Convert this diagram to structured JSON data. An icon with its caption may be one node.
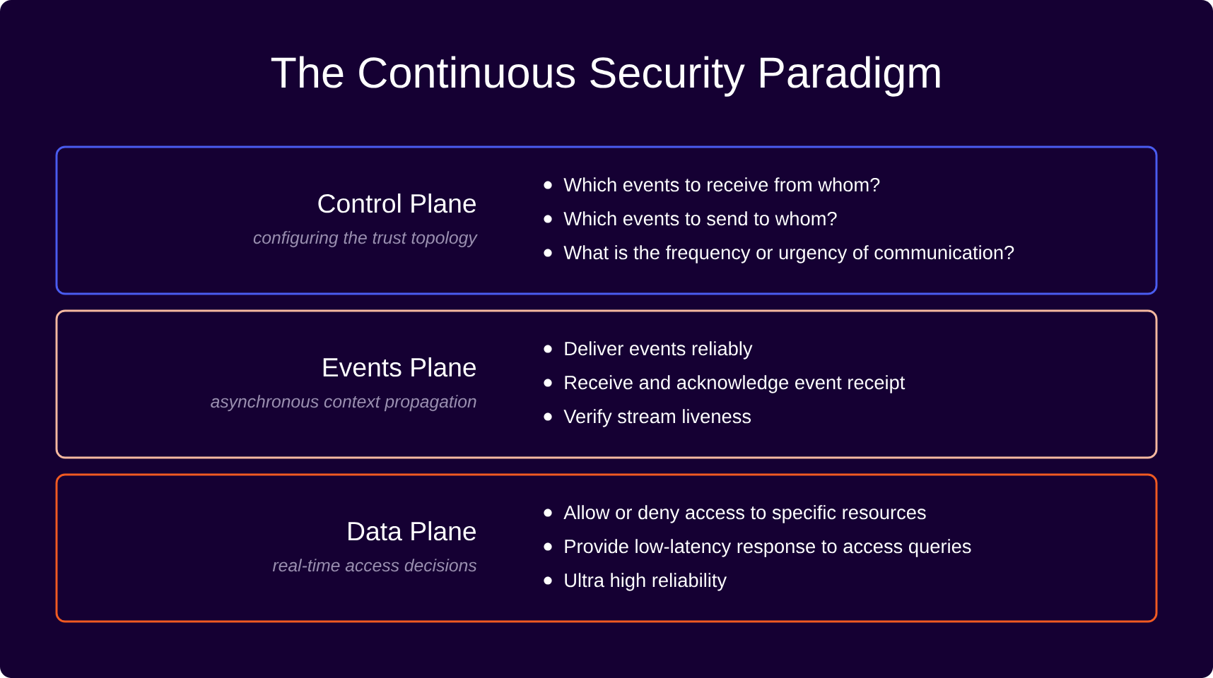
{
  "diagram": {
    "title": "The Continuous Security Paradigm",
    "nodes": [
      {
        "text": [
          "Control Plane",
          "configuring the trust topology",
          "Which events to receive from whom?",
          "Which events to send to whom?",
          "What is the frequency or urgency of communication?"
        ]
      },
      {
        "text": [
          "Events Plane",
          "asynchronous context propagation",
          "Deliver events reliably",
          "Receive and acknowledge event receipt",
          "Verify stream liveness"
        ]
      },
      {
        "text": [
          "Data Plane",
          "real-time access decisions",
          "Allow or deny access to specific resources",
          "Provide low-latency response to access queries",
          "Ultra high reliability"
        ]
      }
    ]
  }
}
